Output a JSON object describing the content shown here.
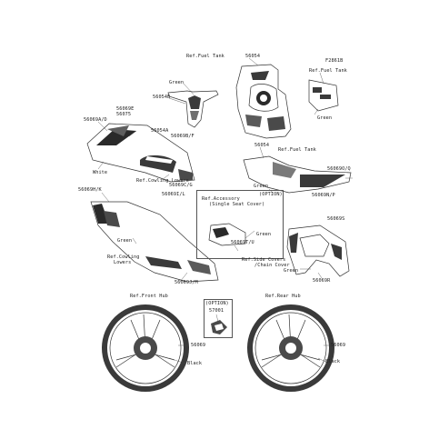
{
  "figure_code": "F2861B",
  "labels": {
    "ref_fuel_tank_top": "Ref.Fuel Tank",
    "green_top": "Green",
    "p56054B": "56054B",
    "p56054": "56054",
    "ref_fuel_tank_right": "Ref.Fuel Tank",
    "green_tank_right": "Green",
    "p56069E": "56069E",
    "p56075": "56075",
    "p56069A_D": "56069A/D",
    "p56054A": "56054A",
    "p56069B_F": "56069B/F",
    "white": "White",
    "ref_cowling_lowers_1": "Ref.Cowling Lowers",
    "p56069C_G": "56069C/G",
    "p56054_mid": "56054",
    "ref_fuel_tank_mid": "Ref.Fuel Tank",
    "green_mid": "Green",
    "p56069O_Q": "56069O/Q",
    "p56069N_P": "56069N/P",
    "p56069H_K": "56069H/K",
    "p56069I_L": "56069I/L",
    "option_seat": "(OPTION)",
    "ref_accessory": "Ref.Accessory",
    "single_seat_cover": "(Single Seat Cover)",
    "green_seat": "Green",
    "p56069T_U": "56069T/U",
    "p56069S": "56069S",
    "ref_side_covers": "Ref.Side Covers",
    "chain_cover": "/Chain Cover",
    "green_side": "Green",
    "p56069R": "56069R",
    "green_cowl": "Green",
    "ref_cowling_lowers_2": "Ref.Cowling",
    "lowers_2": "Lowers",
    "p56069J_M": "56069J/M",
    "ref_front_hub": "Ref.Front Hub",
    "option_small": "(OPTION)",
    "p57001": "57001",
    "ref_rear_hub": "Ref.Rear Hub",
    "p56069_front": "56069",
    "black_front": "Black",
    "p56069_rear": "56069",
    "black_rear": "Black"
  },
  "colors": {
    "line": "#333333",
    "decal_dark": "#2a2a2a",
    "decal_mid": "#8a8a8a",
    "paper": "#ffffff"
  }
}
